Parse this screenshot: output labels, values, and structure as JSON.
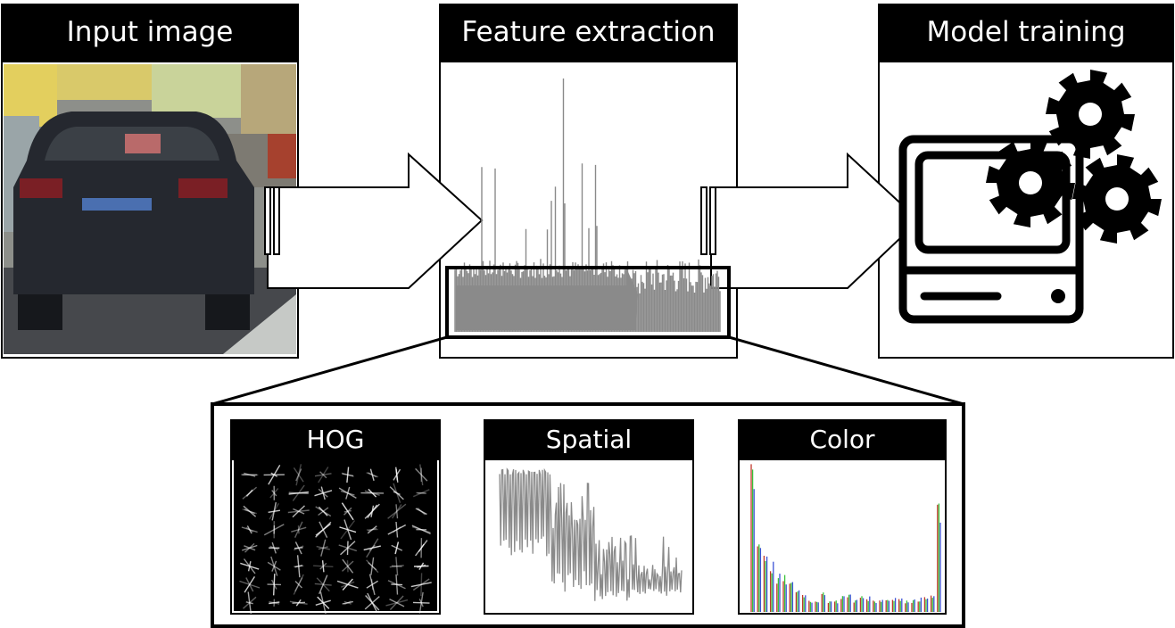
{
  "stages": {
    "input": {
      "title": "Input image"
    },
    "feature": {
      "title": "Feature extraction"
    },
    "training": {
      "title": "Model training"
    }
  },
  "features": {
    "hog": {
      "title": "HOG"
    },
    "spatial": {
      "title": "Spatial"
    },
    "color": {
      "title": "Color"
    }
  },
  "colors": {
    "plot_gray": "#8a8a8a",
    "hog_bg": "#000000",
    "red": "#c0392b",
    "green": "#39c23a",
    "blue": "#3b52d6",
    "car_body": "#25282f"
  },
  "icons": [
    "computer-icon",
    "gear-icon"
  ]
}
